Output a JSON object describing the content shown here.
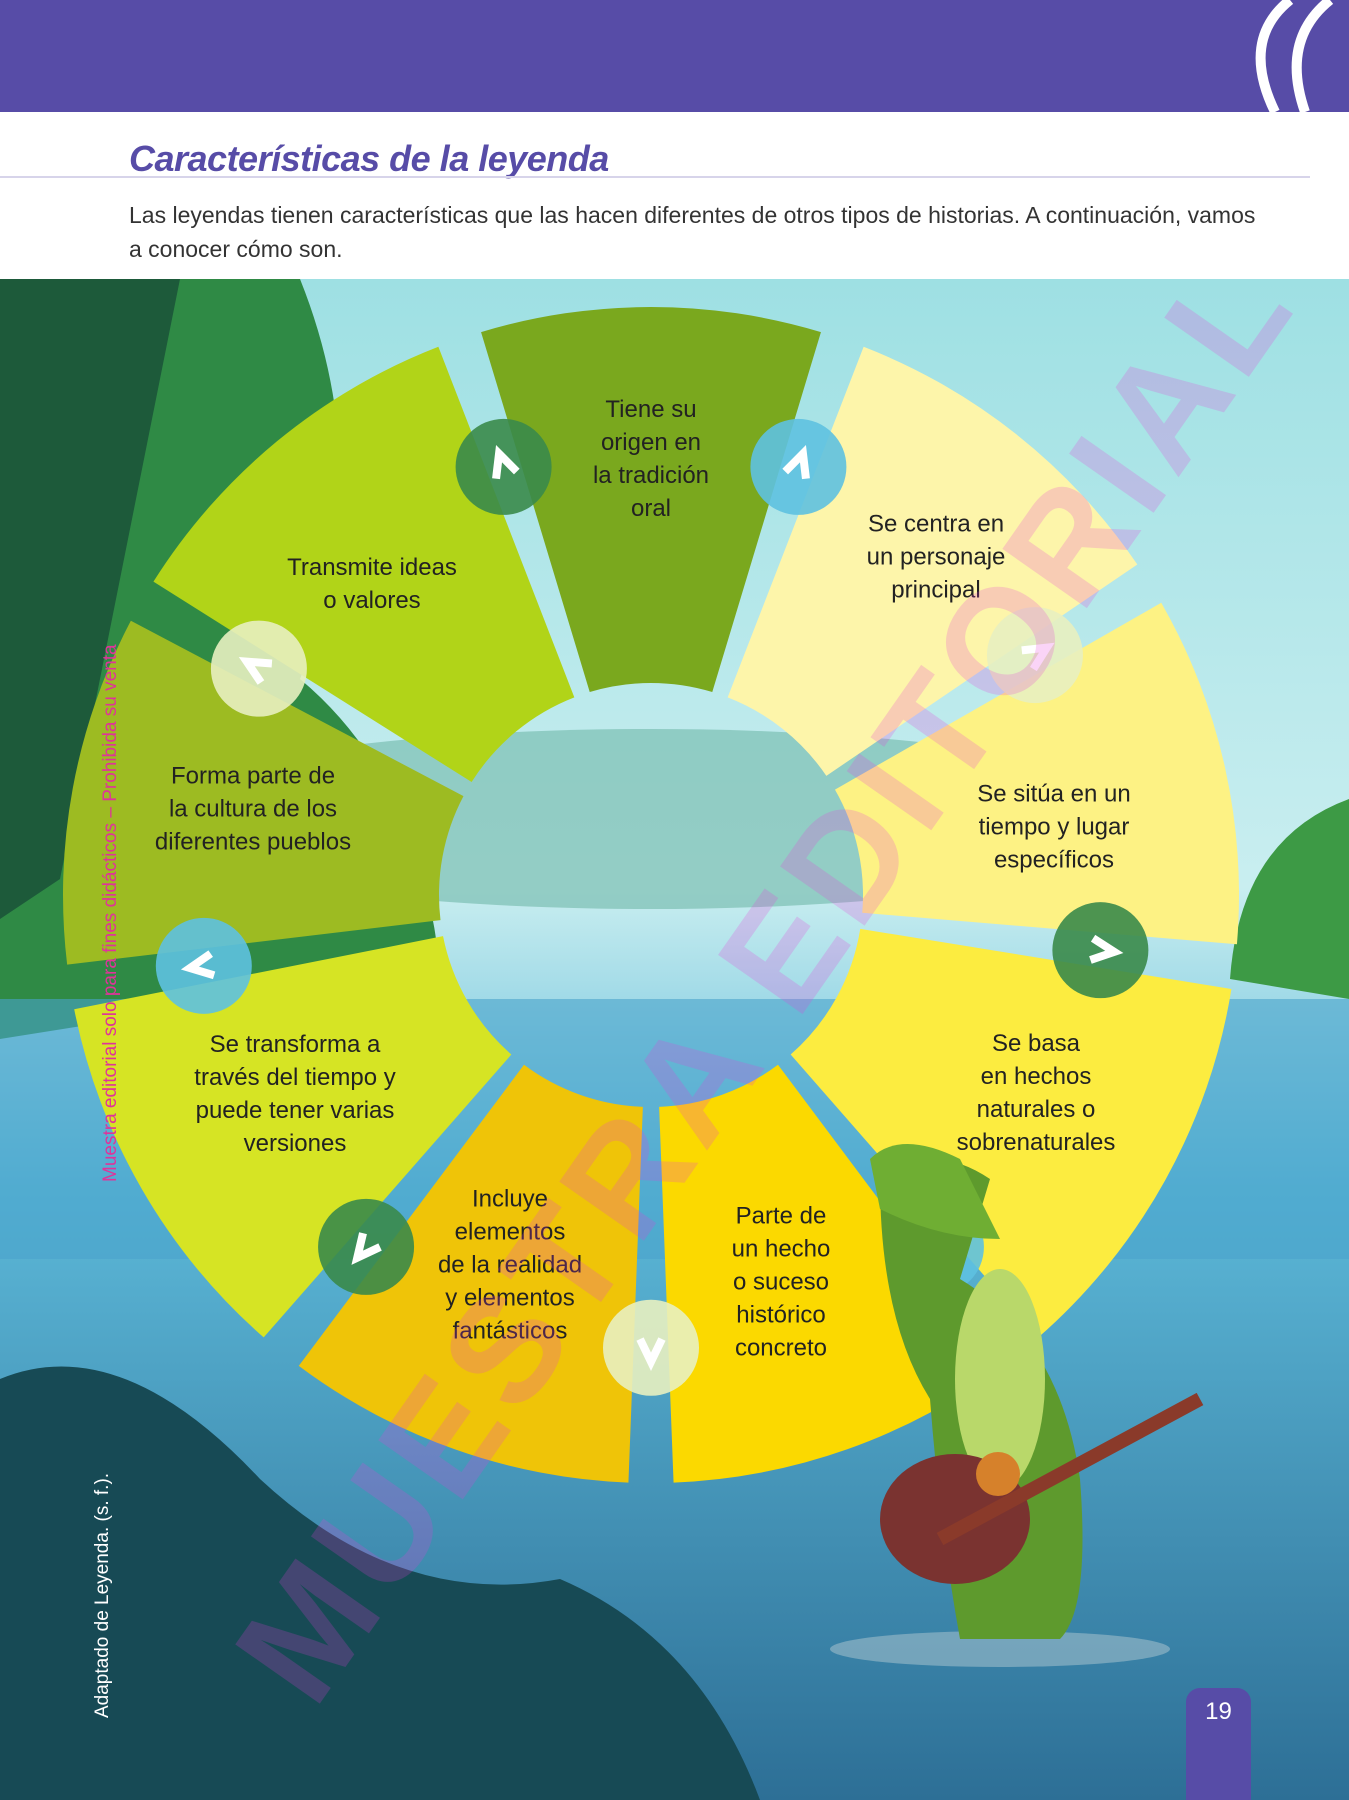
{
  "header": {
    "title": "Características de la leyenda",
    "intro": "Las leyendas tienen características que las hacen diferentes de otros tipos de historias. A continuación, vamos a conocer cómo son."
  },
  "wheel": {
    "segments": [
      {
        "label": "Tiene su\norigen en\nla tradición\noral",
        "color": "#7aa81e",
        "start": -19,
        "end": 19
      },
      {
        "label": "Se centra en\nun personaje\nprincipal",
        "color": "#fdf5aa",
        "start": 19,
        "end": 58
      },
      {
        "label": "Se sitúa en un\ntiempo y lugar\nespecíficos",
        "color": "#fdf284",
        "start": 58,
        "end": 97
      },
      {
        "label": "Se basa\nen hechos\nnaturales o\nsobrenaturales",
        "color": "#fcec40",
        "start": 97,
        "end": 141
      },
      {
        "label": "Parte de\nun hecho\no suceso\nhistórico\nconcreto",
        "color": "#fbd900",
        "start": 141,
        "end": 180
      },
      {
        "label": "Incluye\nelementos\nde la realidad\ny elementos\nfantásticos",
        "color": "#efc408",
        "start": 180,
        "end": 219
      },
      {
        "label": "Se transforma a\ntravés del tiempo y\npuede tener varias\nversiones",
        "color": "#d6e424",
        "start": 219,
        "end": 261
      },
      {
        "label": "Forma parte de\nla cultura de los\ndiferentes pueblos",
        "color": "#9dbb22",
        "start": 261,
        "end": 300
      },
      {
        "label": "Transmite ideas\no valores",
        "color": "#b1d418",
        "start": 300,
        "end": 341
      }
    ]
  },
  "side_note": "Muestra editorial solo para fines didácticos – Prohibida su venta",
  "credit": "Adaptado de Leyenda. (s. f.).",
  "page_number": "19",
  "watermark": "MUESTRA EDITORIAL",
  "colors": {
    "brand": "#574ca7",
    "watermark": "#e63cdc"
  }
}
